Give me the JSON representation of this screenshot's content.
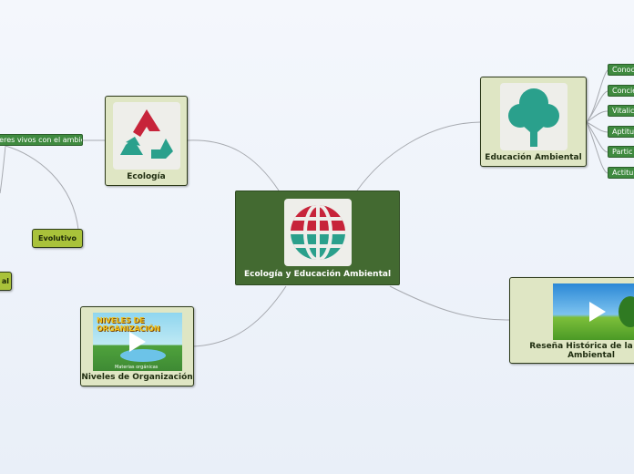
{
  "central": {
    "title": "Ecología y Educación Ambiental",
    "icon": "globe-icon"
  },
  "ecologia": {
    "title": "Ecología",
    "icon": "recycle-icon",
    "child": "seres vivos con el ambiente"
  },
  "evolutivo": "Evolutivo",
  "left_partial": "al",
  "niveles": {
    "title": "Niveles de Organización",
    "thumb_title": "NIVELES DE ORGANIZACIÓN",
    "thumb_caption": "Materias orgánicas"
  },
  "educacion": {
    "title": "Educación Ambiental",
    "icon": "tree-icon",
    "items": [
      "Conoc",
      "Concie",
      "Vitalic",
      "Aptitu",
      "Partic",
      "Actitu"
    ]
  },
  "resena": {
    "title": "Reseña Histórica de la Edu Ambiental"
  },
  "colors": {
    "main": "#436a31",
    "sub": "#dfe6c4",
    "olive": "#a9c23a",
    "pill": "#3f8a3f",
    "link": "#9aa0aa"
  }
}
